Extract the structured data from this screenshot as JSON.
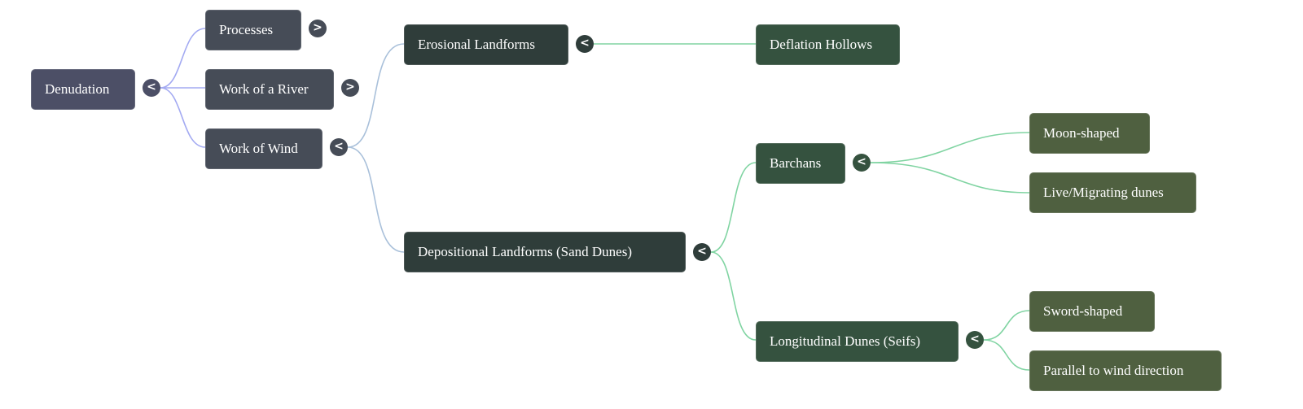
{
  "root": {
    "label": "Denudation",
    "toggle": "<"
  },
  "level1": [
    {
      "label": "Processes",
      "toggle": ">"
    },
    {
      "label": "Work of a River",
      "toggle": ">"
    },
    {
      "label": "Work of Wind",
      "toggle": "<"
    }
  ],
  "wind": [
    {
      "label": "Erosional Landforms",
      "toggle": "<"
    },
    {
      "label": "Depositional Landforms (Sand Dunes)",
      "toggle": "<"
    }
  ],
  "erosional": [
    {
      "label": "Deflation Hollows"
    }
  ],
  "depositional": [
    {
      "label": "Barchans",
      "toggle": "<"
    },
    {
      "label": "Longitudinal Dunes (Seifs)",
      "toggle": "<"
    }
  ],
  "barchans": [
    {
      "label": "Moon-shaped"
    },
    {
      "label": "Live/Migrating dunes"
    }
  ],
  "seifs": [
    {
      "label": "Sword-shaped"
    },
    {
      "label": "Parallel to wind direction"
    }
  ],
  "colors": {
    "edge_root": "#a3aaf2",
    "edge_wind": "#a9c0da",
    "edge_green": "#80d4a2"
  }
}
